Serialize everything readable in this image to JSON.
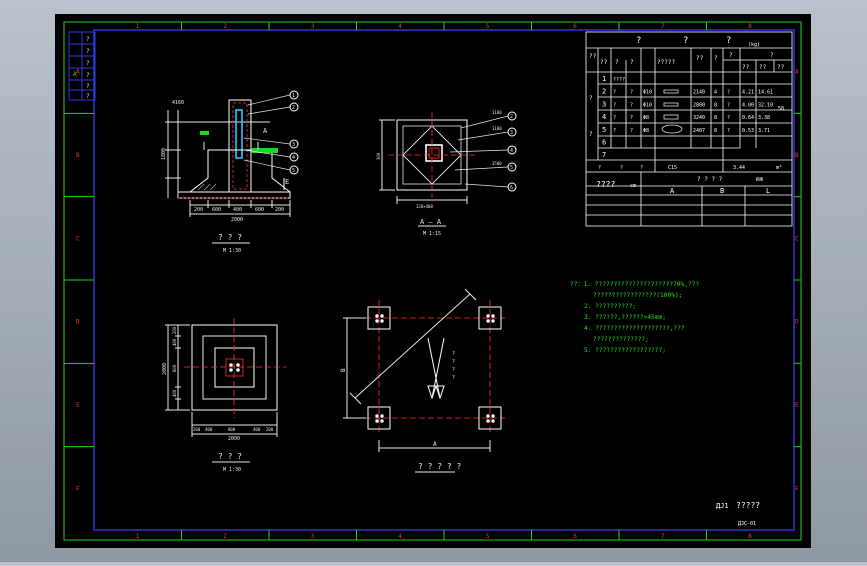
{
  "frame": {
    "columns": [
      "1",
      "2",
      "3",
      "4",
      "5",
      "6",
      "7",
      "8"
    ],
    "rows": [
      "A",
      "B",
      "C",
      "D",
      "E",
      "F"
    ]
  },
  "corner_stamp": {
    "rows": [
      "?",
      "?",
      "?",
      "?",
      "?",
      "?"
    ],
    "side": "A"
  },
  "section_view": {
    "callouts": [
      "1",
      "2",
      "3",
      "4",
      "5"
    ],
    "dims_bottom": [
      "200",
      "600",
      "400",
      "600",
      "200"
    ],
    "dim_total": "2000",
    "dim_height": "1800",
    "dim_top": "4160",
    "label_a": "A",
    "label_e": "E",
    "title": "? ? ?",
    "scale": "M 1:30"
  },
  "plan_section": {
    "callouts": [
      "2",
      "3",
      "4",
      "5",
      "6"
    ],
    "callout_labels": [
      "1100",
      "1100",
      "3500"
    ],
    "dim_width": "320×400",
    "dim_side": "300",
    "cut_label": "A — A",
    "scale": "M 1:15"
  },
  "plan_view": {
    "dims_bottom": [
      "200",
      "400",
      "800",
      "400",
      "200"
    ],
    "dim_total": "2000",
    "dim_height": "2000",
    "dims_side": [
      "200",
      "400",
      "800",
      "400"
    ],
    "title": "? ? ?",
    "scale": "M 1:30"
  },
  "layout_view": {
    "dim_b": "B",
    "dim_a": "A",
    "north_letters": [
      "?",
      "?",
      "?",
      "?"
    ],
    "title": "? ? ? ? ?"
  },
  "rebar_table": {
    "title_cells": [
      "?",
      "?",
      "?"
    ],
    "unit": "(kg)",
    "col_heads": [
      "??",
      "??",
      "?",
      "?",
      "?????",
      "??",
      "?",
      "?",
      "?",
      "??",
      "??",
      "??"
    ],
    "rows": [
      {
        "no": "1",
        "a": "????",
        "b": "",
        "c": "",
        "d": "",
        "e": "",
        "f": "",
        "g": "",
        "h": ""
      },
      {
        "no": "2",
        "a": "?",
        "b": "?",
        "c": "Φ10",
        "d": "2140",
        "e": "4",
        "f": "?",
        "g": "4.21",
        "h": "14.61"
      },
      {
        "no": "3",
        "a": "?",
        "b": "?",
        "c": "Φ10",
        "d": "2800",
        "e": "8",
        "f": "?",
        "g": "4.00",
        "h": "32.10"
      },
      {
        "no": "4",
        "a": "?",
        "b": "?",
        "c": "Φ8",
        "d": "3240",
        "e": "8",
        "f": "?",
        "g": "0.64",
        "h": "3.38"
      },
      {
        "no": "5",
        "a": "?",
        "b": "?",
        "c": "Φ8",
        "d": "2407",
        "e": "8",
        "f": "?",
        "g": "0.53",
        "h": "3.71"
      },
      {
        "no": "6",
        "a": "",
        "b": "",
        "c": "",
        "d": "",
        "e": "",
        "f": "",
        "g": "",
        "h": ""
      },
      {
        "no": "7",
        "a": "",
        "b": "",
        "c": "",
        "d": "",
        "e": "",
        "f": "",
        "g": "",
        "h": ""
      }
    ],
    "row_group": "?",
    "total_label": "58",
    "concrete_row": [
      "?",
      "?",
      "?",
      "C15",
      "3.44",
      "m³"
    ],
    "size_row_label": "????",
    "size_row_unit": "cm",
    "size_heads": [
      "? ? ? ?",
      "mm"
    ],
    "size_cols": [
      "A",
      "B",
      "L"
    ]
  },
  "notes": [
    "??：1. ?????????????????????70%,???",
    "?????????????????(100%);",
    "2. ??????????;",
    "3. ??????,??????>45mm;",
    "4. ????????????????????,???",
    "??????????????;",
    "5. ??????????????????;"
  ],
  "title_block": {
    "sheet": "ДJ1",
    "name": "?????",
    "code": "ДJC-01"
  },
  "colors": {
    "background": "#000000",
    "outer_frame": "#1fd61f",
    "inner_frame": "#3437e8",
    "drawing": "#ffffff",
    "dimension": "#e8e8e8",
    "accent": "#ff3030",
    "notes": "#25e025"
  }
}
